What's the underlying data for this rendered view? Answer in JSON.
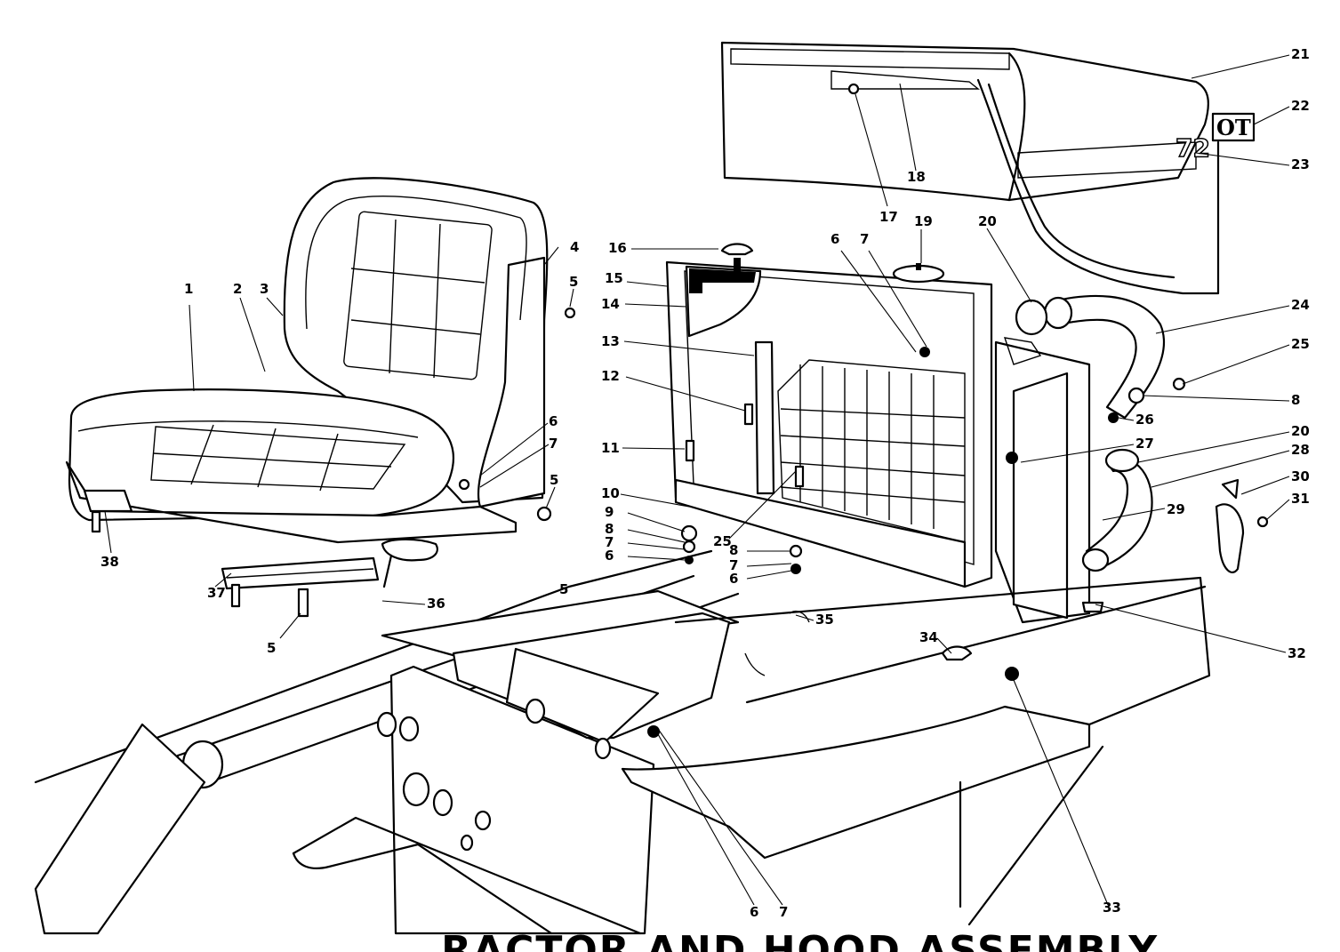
{
  "caption": "...RACTOR AND HOOD ASSEMBLY",
  "decals": {
    "model": "72",
    "badge": "OT"
  },
  "callouts": [
    {
      "label": "1"
    },
    {
      "label": "2"
    },
    {
      "label": "3"
    },
    {
      "label": "4"
    },
    {
      "label": "5"
    },
    {
      "label": "5"
    },
    {
      "label": "5"
    },
    {
      "label": "5"
    },
    {
      "label": "6"
    },
    {
      "label": "7"
    },
    {
      "label": "38"
    },
    {
      "label": "37"
    },
    {
      "label": "36"
    },
    {
      "label": "16"
    },
    {
      "label": "15"
    },
    {
      "label": "14"
    },
    {
      "label": "13"
    },
    {
      "label": "12"
    },
    {
      "label": "11"
    },
    {
      "label": "10"
    },
    {
      "label": "9"
    },
    {
      "label": "8"
    },
    {
      "label": "7"
    },
    {
      "label": "6"
    },
    {
      "label": "25"
    },
    {
      "label": "8"
    },
    {
      "label": "7"
    },
    {
      "label": "6"
    },
    {
      "label": "6"
    },
    {
      "label": "7"
    },
    {
      "label": "17"
    },
    {
      "label": "18"
    },
    {
      "label": "19"
    },
    {
      "label": "20"
    },
    {
      "label": "21"
    },
    {
      "label": "22"
    },
    {
      "label": "23"
    },
    {
      "label": "24"
    },
    {
      "label": "25"
    },
    {
      "label": "8"
    },
    {
      "label": "26"
    },
    {
      "label": "27"
    },
    {
      "label": "20"
    },
    {
      "label": "28"
    },
    {
      "label": "29"
    },
    {
      "label": "30"
    },
    {
      "label": "31"
    },
    {
      "label": "32"
    },
    {
      "label": "33"
    },
    {
      "label": "34"
    },
    {
      "label": "35"
    },
    {
      "label": "6"
    },
    {
      "label": "7"
    }
  ]
}
